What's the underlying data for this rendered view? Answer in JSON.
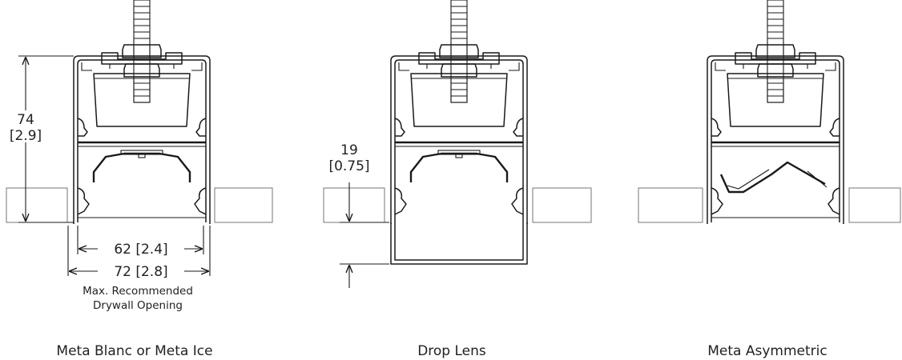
{
  "profiles": [
    {
      "caption": "Meta Blanc or Meta Ice",
      "height_dim": {
        "mm": "74",
        "in": "[2.9]"
      },
      "inner_width_dim": "62 [2.4]",
      "outer_width_dim": "72 [2.8]",
      "note_line1": "Max. Recommended",
      "note_line2": "Drywall Opening"
    },
    {
      "caption": "Drop Lens",
      "drop_dim": {
        "mm": "19",
        "in": "[0.75]"
      }
    },
    {
      "caption": "Meta Asymmetric"
    }
  ]
}
